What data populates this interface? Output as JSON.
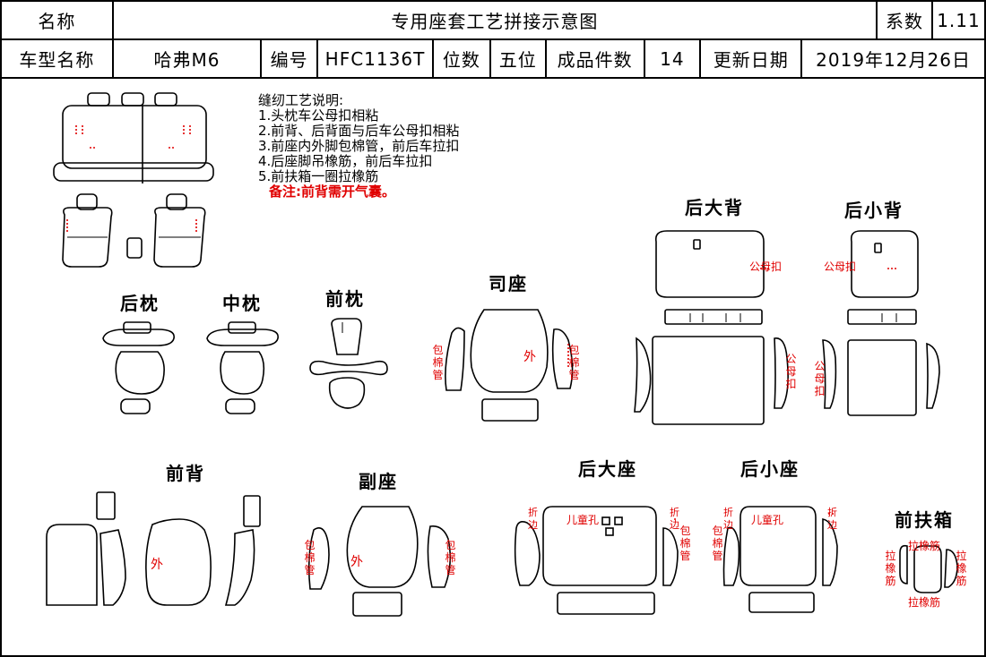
{
  "header": {
    "name_label": "名称",
    "title": "专用座套工艺拼接示意图",
    "coef_label": "系数",
    "coef_value": "1.11",
    "model_label": "车型名称",
    "model_value": "哈弗M6",
    "code_label": "编号",
    "code_value": "HFC1136T",
    "seats_label": "位数",
    "seats_value": "五位",
    "pieces_label": "成品件数",
    "pieces_value": "14",
    "date_label": "更新日期",
    "date_value": "2019年12月26日"
  },
  "notes": {
    "title": "缝纫工艺说明:",
    "items": [
      "1.头枕车公母扣相粘",
      "2.前背、后背面与后车公母扣相粘",
      "3.前座内外脚包棉管，前后车拉扣",
      "4.后座脚吊橡筋，前后车拉扣",
      "5.前扶箱一圈拉橡筋"
    ],
    "remark": "备注:前背需开气囊。"
  },
  "sections": {
    "rear_headrest": "后枕",
    "mid_headrest": "中枕",
    "front_headrest": "前枕",
    "driver_seat": "司座",
    "rear_big_back": "后大背",
    "rear_small_back": "后小背",
    "front_back": "前背",
    "passenger_seat": "副座",
    "rear_big_seat": "后大座",
    "rear_small_seat": "后小座",
    "front_armrest": "前扶箱"
  },
  "annotations": {
    "snap": "公母扣",
    "outer": "外",
    "foam_tube": "包棉管",
    "fold": "折边",
    "child_hole": "儿童孔",
    "elastic": "拉橡筋"
  },
  "colors": {
    "line": "#000000",
    "annotation": "#e00000",
    "watermark": "#c9c9ff"
  }
}
